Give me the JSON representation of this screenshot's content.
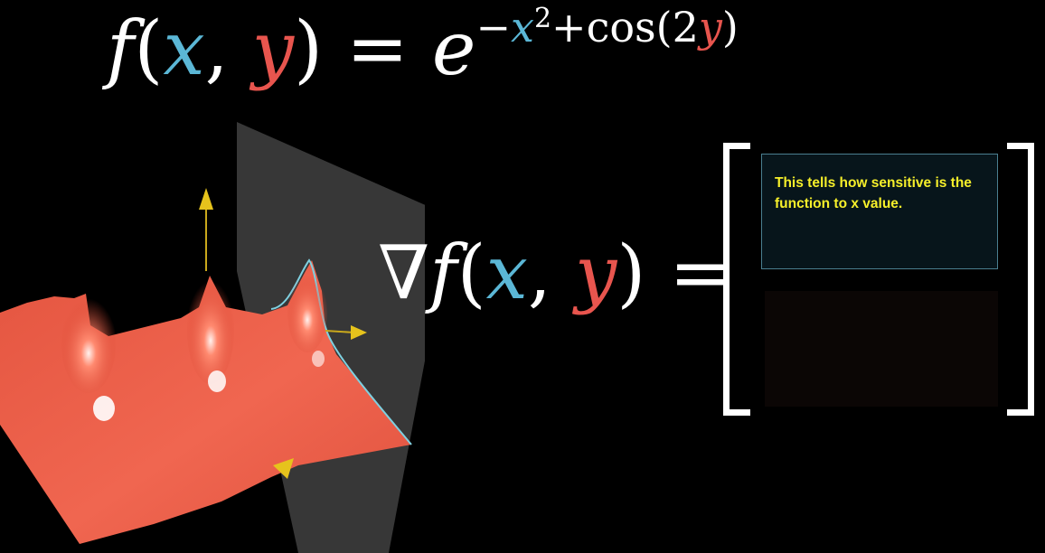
{
  "colors": {
    "x_variable": "#5bb7d6",
    "y_variable": "#e8554e",
    "surface": "#f0604a",
    "note_text": "#f6ef2a"
  },
  "equation": {
    "f": "f",
    "open": "(",
    "x": "x",
    "comma": ", ",
    "y": "y",
    "close": ")",
    "equals": " = ",
    "e": "e",
    "exp_minus": "−",
    "exp_x": "x",
    "exp_sq": "2",
    "exp_plus_cos": "+cos(2",
    "exp_y": "y",
    "exp_close": ")"
  },
  "gradient": {
    "nabla": "∇",
    "f": "f",
    "open": "(",
    "x": "x",
    "comma": ", ",
    "y": "y",
    "close": ")",
    "equals": " ="
  },
  "vector": {
    "first_entry_note": "This tells how sensitive is the function to x value."
  },
  "scene": {
    "icons": [
      "surface-plot-icon",
      "axis-arrow-icon",
      "slice-plane-icon"
    ]
  }
}
